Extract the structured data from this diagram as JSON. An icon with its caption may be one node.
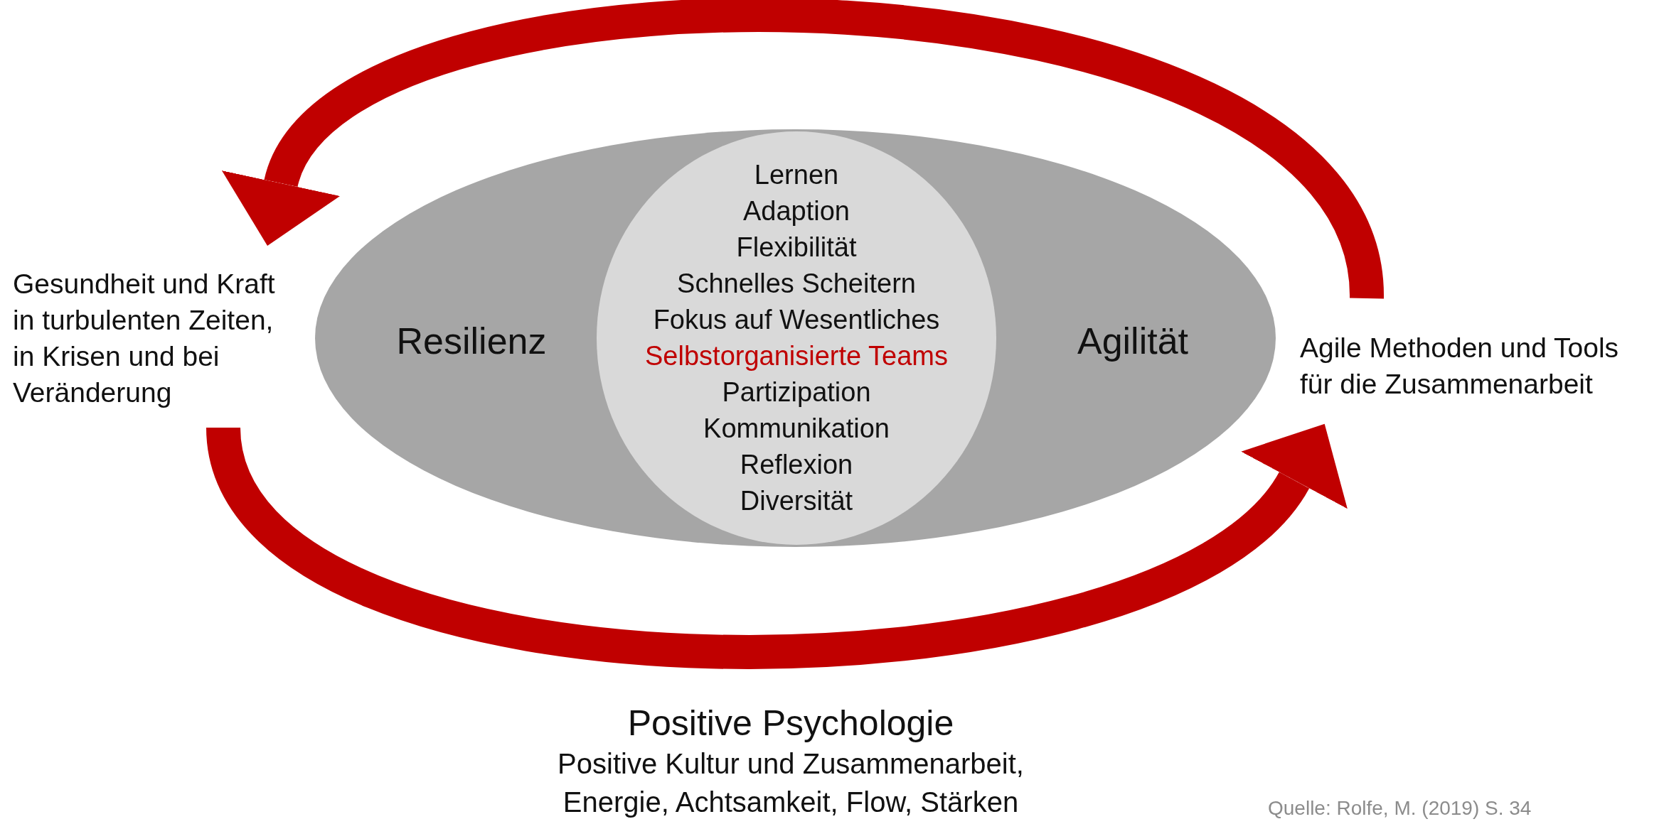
{
  "diagram": {
    "caption": "Quelle: Rolfe, M. (2019) S. 34",
    "nodes": [
      {
        "text": [
          "Resilienz",
          "Agilität"
        ]
      },
      {
        "text": [
          "Lernen",
          "Adaption",
          "Flexibilität",
          "Schnelles Scheitern",
          "Fokus auf Wesentliches",
          "Selbstorganisierte Teams",
          "Partizipation",
          "Kommunikation",
          "Reflexion",
          "Diversität"
        ],
        "in": 0
      },
      {
        "text": [
          "Gesundheit und Kraft in turbulenten Zeiten, in Krisen und bei Veränderung"
        ]
      },
      {
        "text": [
          "Agile Methoden und Tools für die Zusammenarbeit"
        ]
      }
    ],
    "edges": [
      {
        "from": 3,
        "to": 2,
        "arrow": "to"
      },
      {
        "from": 2,
        "to": 3,
        "arrow": "to"
      }
    ],
    "labels": [
      "Positive Psychologie",
      "Positive Kultur und Zusammenarbeit, Energie, Achtsamkeit, Flow, Stärken"
    ]
  }
}
